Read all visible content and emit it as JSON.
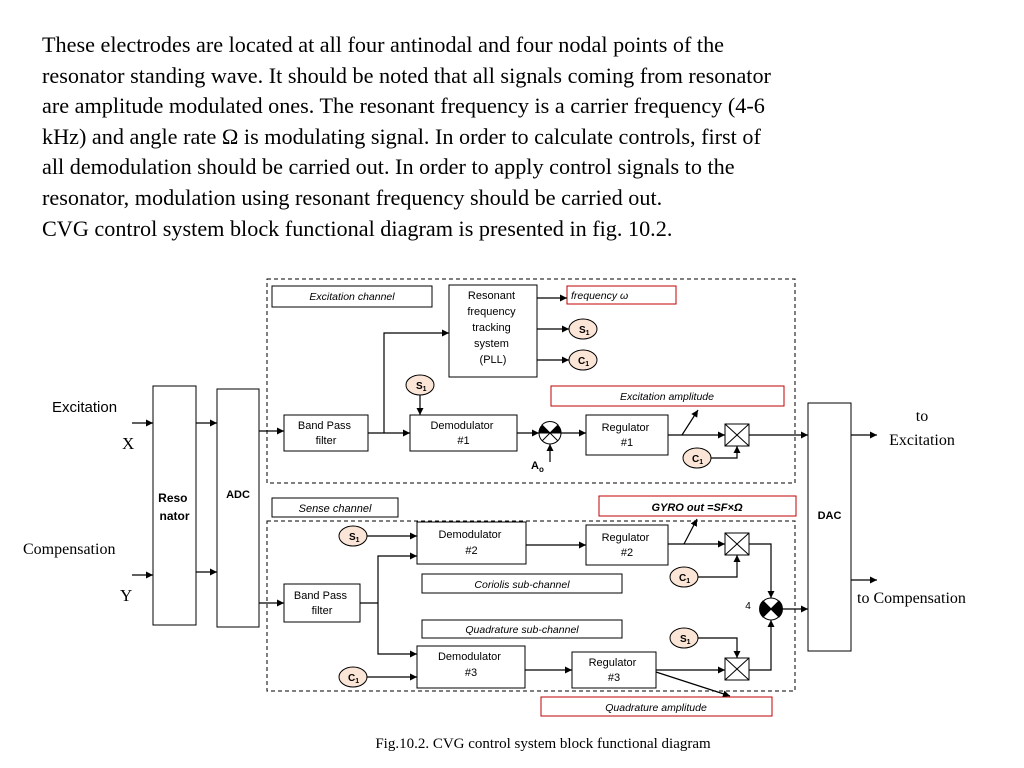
{
  "paragraph": {
    "lines": [
      "These electrodes are located at all four antinodal and four nodal points of the",
      "resonator standing wave. It should be noted that all signals coming from resonator",
      "are amplitude modulated ones. The resonant frequency is a carrier frequency (4-6",
      "kHz) and angle rate Ω is modulating signal. In order to calculate controls, first of",
      "all demodulation should be carried out. In order to apply control signals to the",
      "resonator, modulation using resonant frequency should be carried out.",
      "CVG control system block functional diagram is presented in fig. 10.2."
    ]
  },
  "diagram": {
    "inputs": {
      "excitation": "Excitation",
      "x": "X",
      "compensation": "Compensation",
      "y": "Y"
    },
    "outputs": {
      "to": "to",
      "excitation": "Excitation",
      "compensation": "to Compensation"
    },
    "blocks": {
      "resonator": [
        "Reso",
        "nator"
      ],
      "adc": "ADC",
      "dac": "DAC",
      "bpf1": [
        "Band Pass",
        "filter"
      ],
      "bpf2": [
        "Band Pass",
        "filter"
      ],
      "pll": [
        "Resonant",
        "frequency",
        "tracking",
        "system",
        "(PLL)"
      ],
      "demod1": [
        "Demodulator",
        "#1"
      ],
      "demod2": [
        "Demodulator",
        "#2"
      ],
      "demod3": [
        "Demodulator",
        "#3"
      ],
      "reg1": [
        "Regulator",
        "#1"
      ],
      "reg2": [
        "Regulator",
        "#2"
      ],
      "reg3": [
        "Regulator",
        "#3"
      ]
    },
    "labels": {
      "excitation_channel": "Excitation channel",
      "sense_channel": "Sense channel",
      "frequency": "frequency ω",
      "excitation_amplitude": "Excitation amplitude",
      "gyro_out": "GYRO out =SF×Ω",
      "coriolis": "Coriolis sub-channel",
      "quadrature": "Quadrature sub-channel",
      "quadrature_amplitude": "Quadrature amplitude",
      "a0_main": "A",
      "a0_sub": "o",
      "four": "4"
    },
    "signals": {
      "s_main": "S",
      "c_main": "C",
      "sub": "1"
    },
    "colors": {
      "signal_fill": "#fbe5d6",
      "red_border": "#c00000",
      "line": "#000000"
    }
  },
  "caption": "Fig.10.2. CVG control system block functional diagram"
}
